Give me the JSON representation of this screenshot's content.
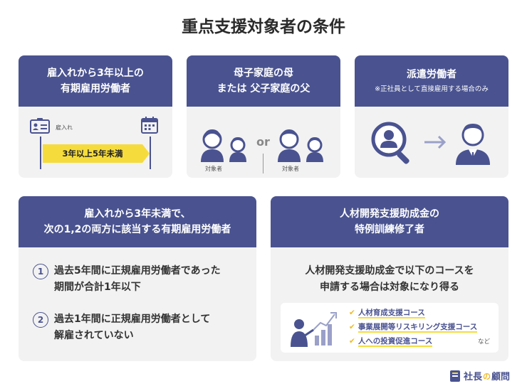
{
  "title": "重点支援対象者の条件",
  "card1": {
    "line1": "雇入れから3年以上の",
    "line2": "有期雇用労働者",
    "hire_label": "雇入れ",
    "bar_label": "3年以上5年未満"
  },
  "card2": {
    "line1": "母子家庭の母",
    "line2": "または 父子家庭の父",
    "or_label": "or",
    "left_caption": "対象者",
    "right_caption": "対象者"
  },
  "card3": {
    "line1": "派遣労働者",
    "note": "※正社員として直接雇用する場合のみ"
  },
  "card4": {
    "line1": "雇入れから3年未満で、",
    "line2": "次の1,2の両方に該当する有期雇用労働者",
    "items": [
      {
        "num": "1",
        "line1": "過去5年間に正規雇用労働者であった",
        "line2": "期間が合計1年以下"
      },
      {
        "num": "2",
        "line1": "過去1年間に正規雇用労働者として",
        "line2": "解雇されていない"
      }
    ]
  },
  "card5": {
    "line1": "人材開発支援助成金の",
    "line2": "特例訓練修了者",
    "text1": "人材開発支援助成金で以下のコースを",
    "text2": "申請する場合は対象になり得る",
    "courses": [
      "人材育成支援コース",
      "事業展開等リスキリング支援コース",
      "人への投資促進コース"
    ],
    "etc": "など"
  },
  "logo": {
    "text1": "社長",
    "text2": "の",
    "text3": "顧問"
  },
  "colors": {
    "header": "#4a5390",
    "card_bg": "#f2f2f2",
    "accent": "#f5dc3c"
  }
}
